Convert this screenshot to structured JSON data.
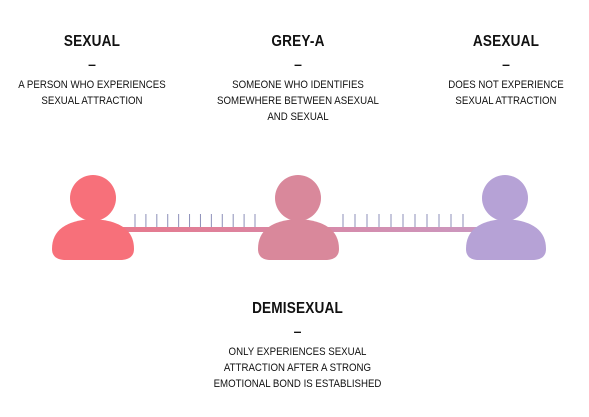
{
  "categories": {
    "sexual": {
      "title": "SEXUAL",
      "dash": "–",
      "desc_lines": [
        "A PERSON WHO EXPERIENCES",
        "SEXUAL ATTRACTION"
      ],
      "color": "#f7707a"
    },
    "grey_a": {
      "title": "GREY-A",
      "dash": "–",
      "desc_lines": [
        "SOMEONE WHO IDENTIFIES",
        "SOMEWHERE BETWEEN ASEXUAL",
        "AND SEXUAL"
      ],
      "color": "#d9889b"
    },
    "asexual": {
      "title": "ASEXUAL",
      "dash": "–",
      "desc_lines": [
        "DOES NOT EXPERIENCE",
        "SEXUAL ATTRACTION"
      ],
      "color": "#b6a2d6"
    },
    "demisexual": {
      "title": "DEMISEXUAL",
      "dash": "–",
      "desc_lines": [
        "ONLY EXPERIENCES SEXUAL",
        "ATTRACTION AFTER A STRONG",
        "EMOTIONAL BOND IS ESTABLISHED"
      ]
    }
  },
  "spectrum": {
    "line_color_left": "#e8778a",
    "line_color_right": "#c99ac3",
    "tick_color": "#8c8fb8",
    "tick_count_left": 12,
    "tick_count_right": 11
  }
}
